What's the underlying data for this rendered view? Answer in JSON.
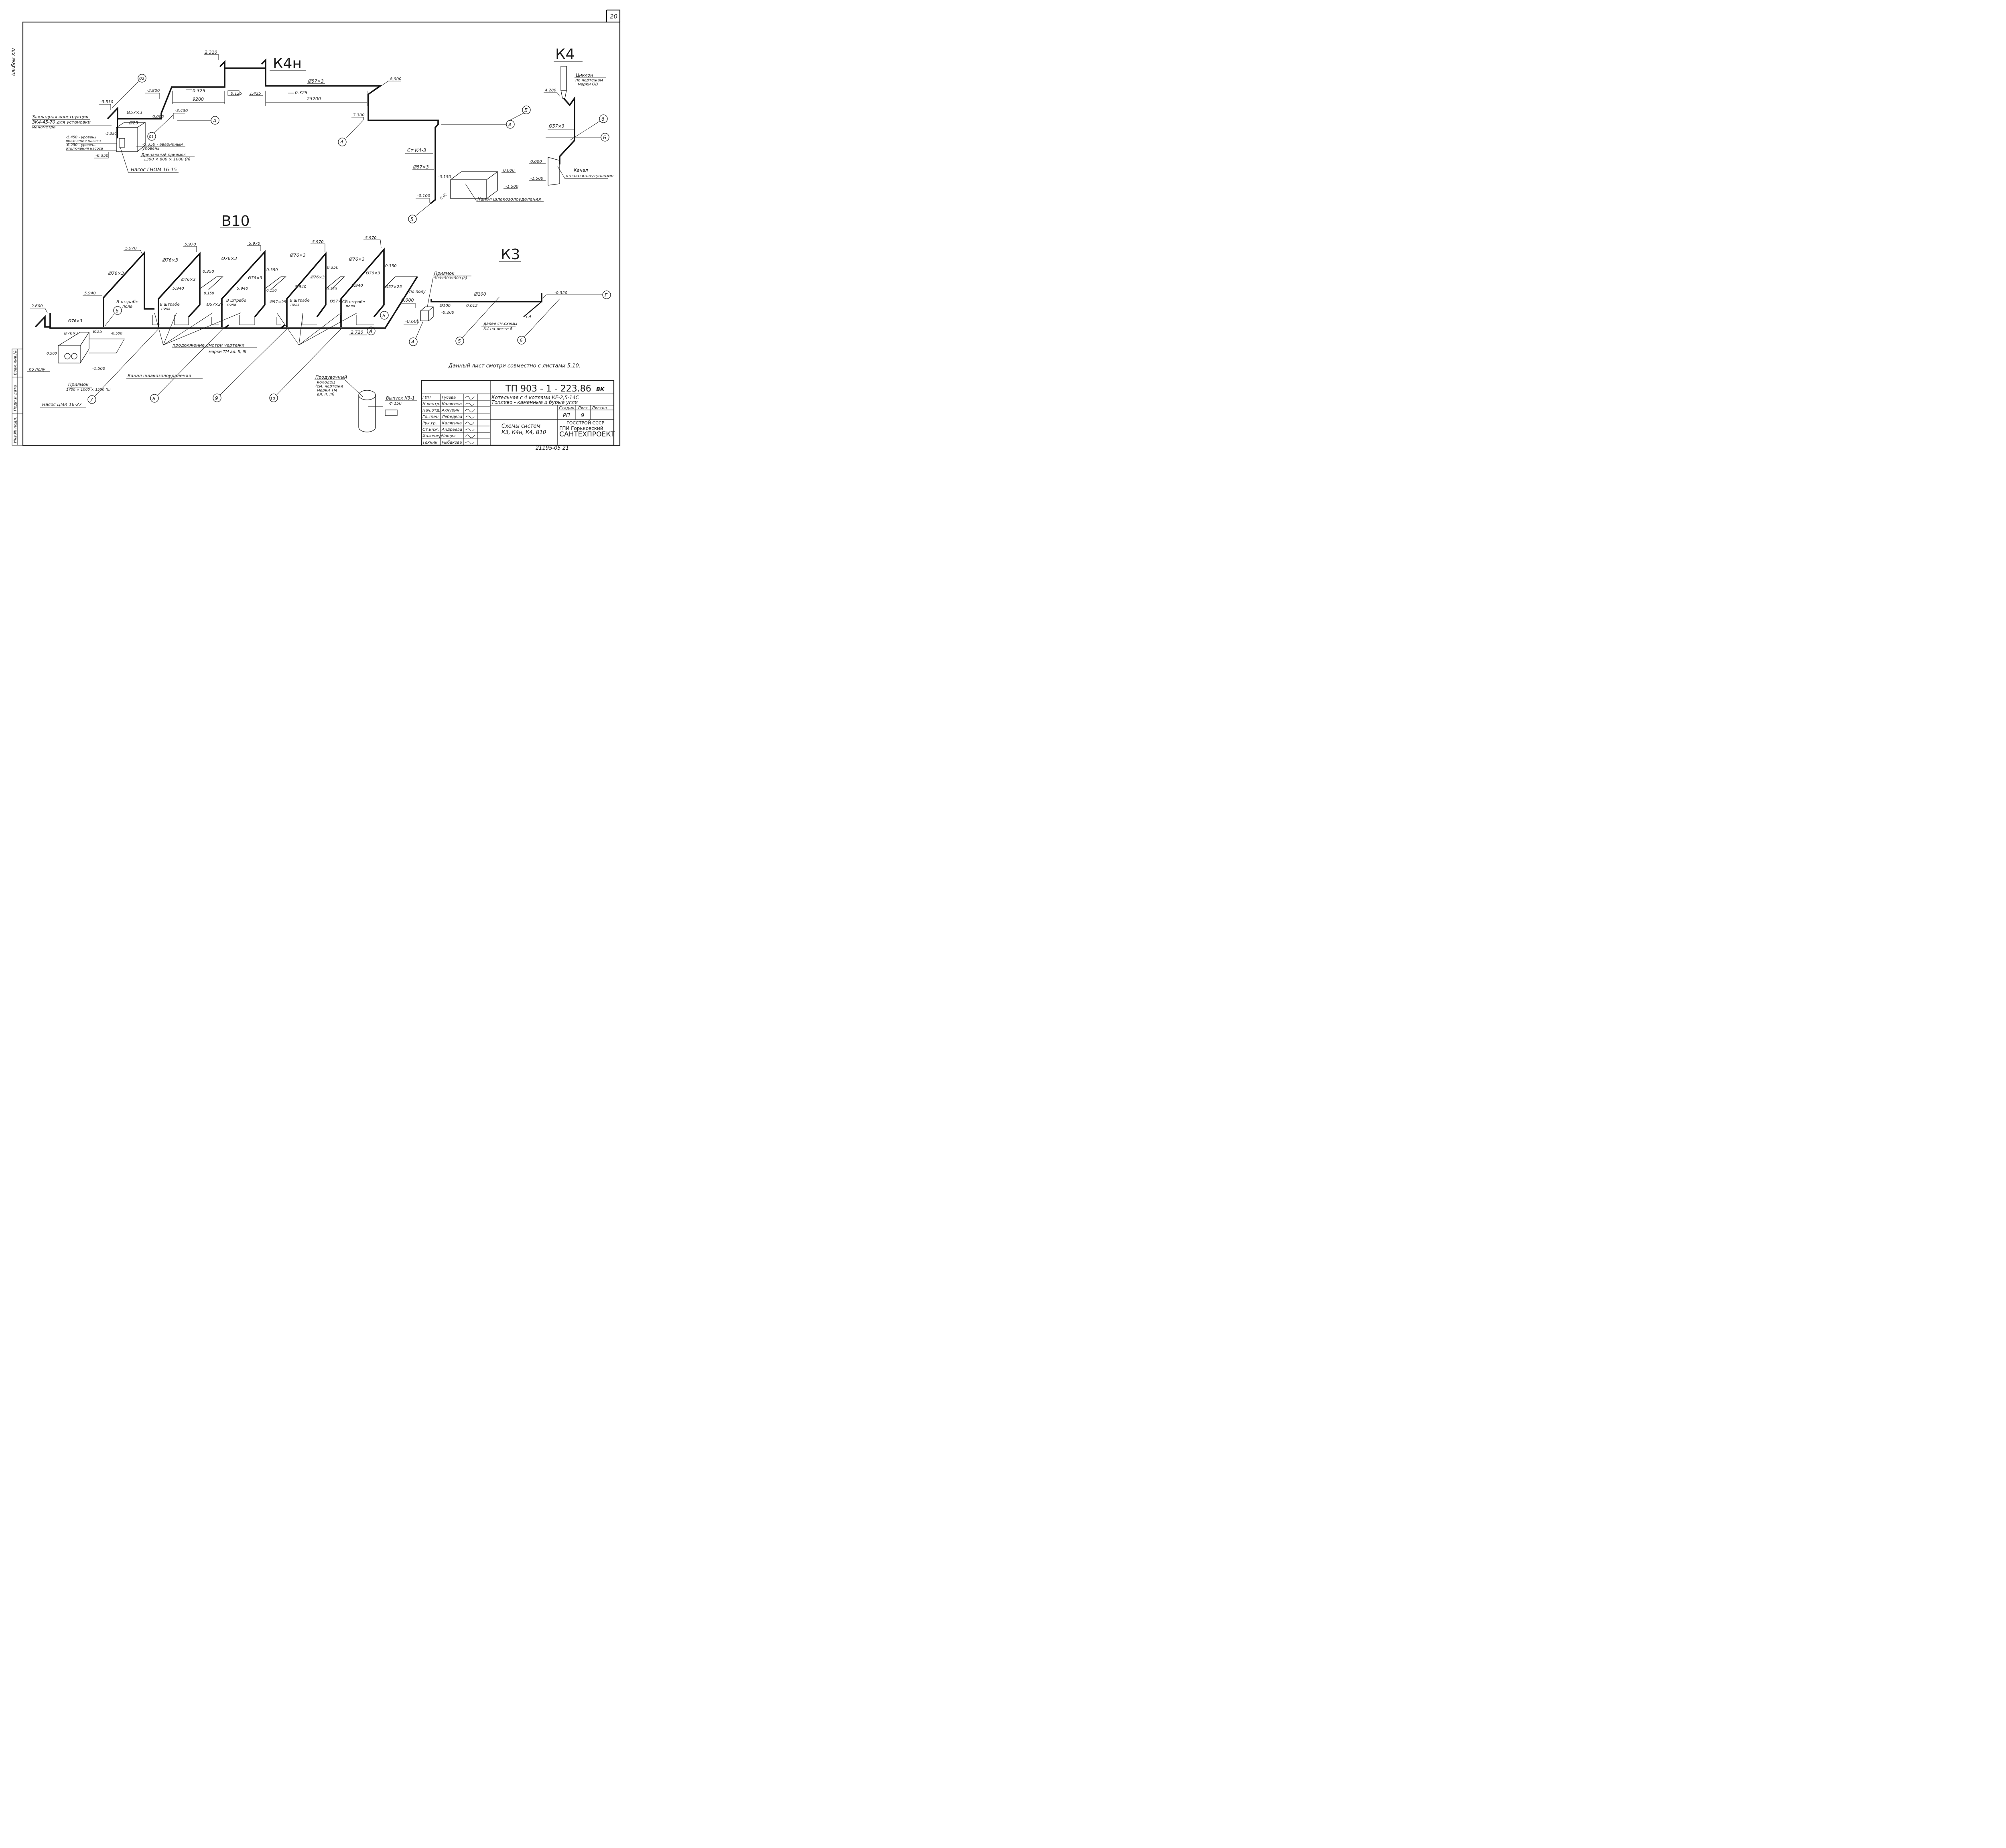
{
  "sheet_number": "20",
  "album": "Альбом XIV",
  "titles": {
    "k4n": "К4н",
    "k4": "К4",
    "b10": "В10",
    "k3": "К3"
  },
  "k4n": {
    "elev_2310": "2.310",
    "elev_2800": "-2.800",
    "elev_3530": "-3.530",
    "elev_3430": "-3.430",
    "slope_0325_a": "0.325",
    "slope_0325_b": "0.325",
    "slope_0005": "0.005",
    "len_9200": "9200",
    "len_23200": "23200",
    "dim_0125": "0.125",
    "dim_1425": "1.425",
    "pipe_57_a": "Ø57×3",
    "pipe_57_b": "Ø57×3",
    "pipe_25": "Ø25",
    "elev_8900": "8.900",
    "elev_7300": "7.300",
    "embed_1": "Закладная конструкция",
    "embed_2": "ЗК4-45-70 для установки",
    "embed_3": "манометра",
    "lvl_5450": "-5.450 - уровень",
    "lvl_5450b": "включения насоса",
    "lvl_6250": "-6.250 - уровень",
    "lvl_6250b": "отключения насоса",
    "elev_5350": "-5.350",
    "lvl_5350": "-5.350 - аварийный",
    "lvl_5350b": "уровень",
    "drain_1": "Дренажный приямок",
    "drain_2": "1300 × 800 × 1000 (h)",
    "elev_6350": "-6.350",
    "pump": "Насос ГНОМ 16-15",
    "st_k43": "Ст К4-3",
    "pipe_57_c": "Ø57×3",
    "elev_0150": "-0.150",
    "elev_0100": "-0.100",
    "slope_002": "0.02",
    "elev_0000": "0.000",
    "elev_1500": "-1.500",
    "channel": "Канал шлакозолоудаления"
  },
  "k4": {
    "cyclone_1": "Циклон",
    "cyclone_2": "по чертежам",
    "cyclone_3": "марки ОВ",
    "elev_4280": "4.280",
    "pipe_57": "Ø57×3",
    "elev_0000": "0.000",
    "elev_1500": "-1.500",
    "channel_1": "Канал",
    "channel_2": "шлакозолоудаления"
  },
  "b10": {
    "elev_5970": "5.970",
    "elev_5940": "5.940",
    "pipe_76": "Ø76×3",
    "pipe_57_25": "Ø57×25",
    "elev_0350": "0.350",
    "elev_0150": "0.150",
    "in_groove_1": "В штрабе",
    "in_groove_2": "пола",
    "dim_1000": "1000",
    "elev_2600": "2.600",
    "elev_0500": "0.500",
    "elev_m0500": "-0.500",
    "elev_1500": "-1.500",
    "elev_2720": "2.720",
    "pipe_25": "Ø25",
    "on_floor": "по полу",
    "continuation_1": "продолжение смотри чертежи",
    "continuation_2": "марки ТМ ал. II, III",
    "channel": "Канал шлакозолоудаления",
    "pit_1": "Приямок",
    "pit_2": "1700 × 1000 × 1500 (h)",
    "pump": "Насос ЦМК 16-27"
  },
  "k3": {
    "pit_1": "Приямок",
    "pit_2": "500×500×500 (h)",
    "elev_0000": "0.000",
    "elev_0600": "-0.600",
    "pipe_100a": "Ø100",
    "pipe_100b": "Ø100",
    "elev_0200": "-0.200",
    "slope_0012": "0.012",
    "elev_0320": "-0.320",
    "further_1": "далее см.схемы",
    "further_2": "К4 на листе 8",
    "ta": "т.А"
  },
  "blowdown": {
    "t1": "Продувочный",
    "t2": "колодец",
    "t3": "(см. чертежи",
    "t4": "марки ТМ",
    "t5": "ал. II, III)",
    "outlet_1": "Выпуск К3-1",
    "outlet_2": "Ф 150"
  },
  "note": "Данный лист смотри совместно с листами 5,10.",
  "markers": {
    "m02": "02",
    "m01": "01",
    "m4": "4",
    "m5": "5",
    "m6": "6",
    "m7": "7",
    "m8": "8",
    "m9": "9",
    "m10": "10",
    "mA": "А",
    "mB": "Б",
    "mG": "Г"
  },
  "title_block": {
    "doc": "ТП 903 - 1 - 223.86",
    "sec": "ВК",
    "obj_1": "Котельная с 4 котлами КЕ-2,5-14С",
    "obj_2": "Топливо - каменные и бурые угли",
    "stage_h": "Стадия",
    "sheet_h": "Лист",
    "sheets_h": "Листов",
    "stage": "РП",
    "sheet": "9",
    "sheet_title_1": "Схемы систем",
    "sheet_title_2": "К3, К4н, К4, В10",
    "org_1": "ГОССТРОЙ СССР",
    "org_2": "ГПИ Горьковский",
    "org_3": "САНТЕХПРОЕКТ",
    "roles": [
      "ГИП",
      "Н.контр.",
      "Нач.отд.",
      "Гл.спец.",
      "Рук.гр.",
      "Ст.инж.",
      "Инженер",
      "Техник"
    ],
    "names": [
      "Гусева",
      "Калягина",
      "Акчурин",
      "Лебедева",
      "Калягина",
      "Андреева",
      "Чащик",
      "Рыбакова"
    ],
    "side_1": "Взам.инв.№",
    "side_2": "Подп.и дата",
    "side_3": "Инв.№ подл.",
    "inv": "21195-05 21"
  }
}
